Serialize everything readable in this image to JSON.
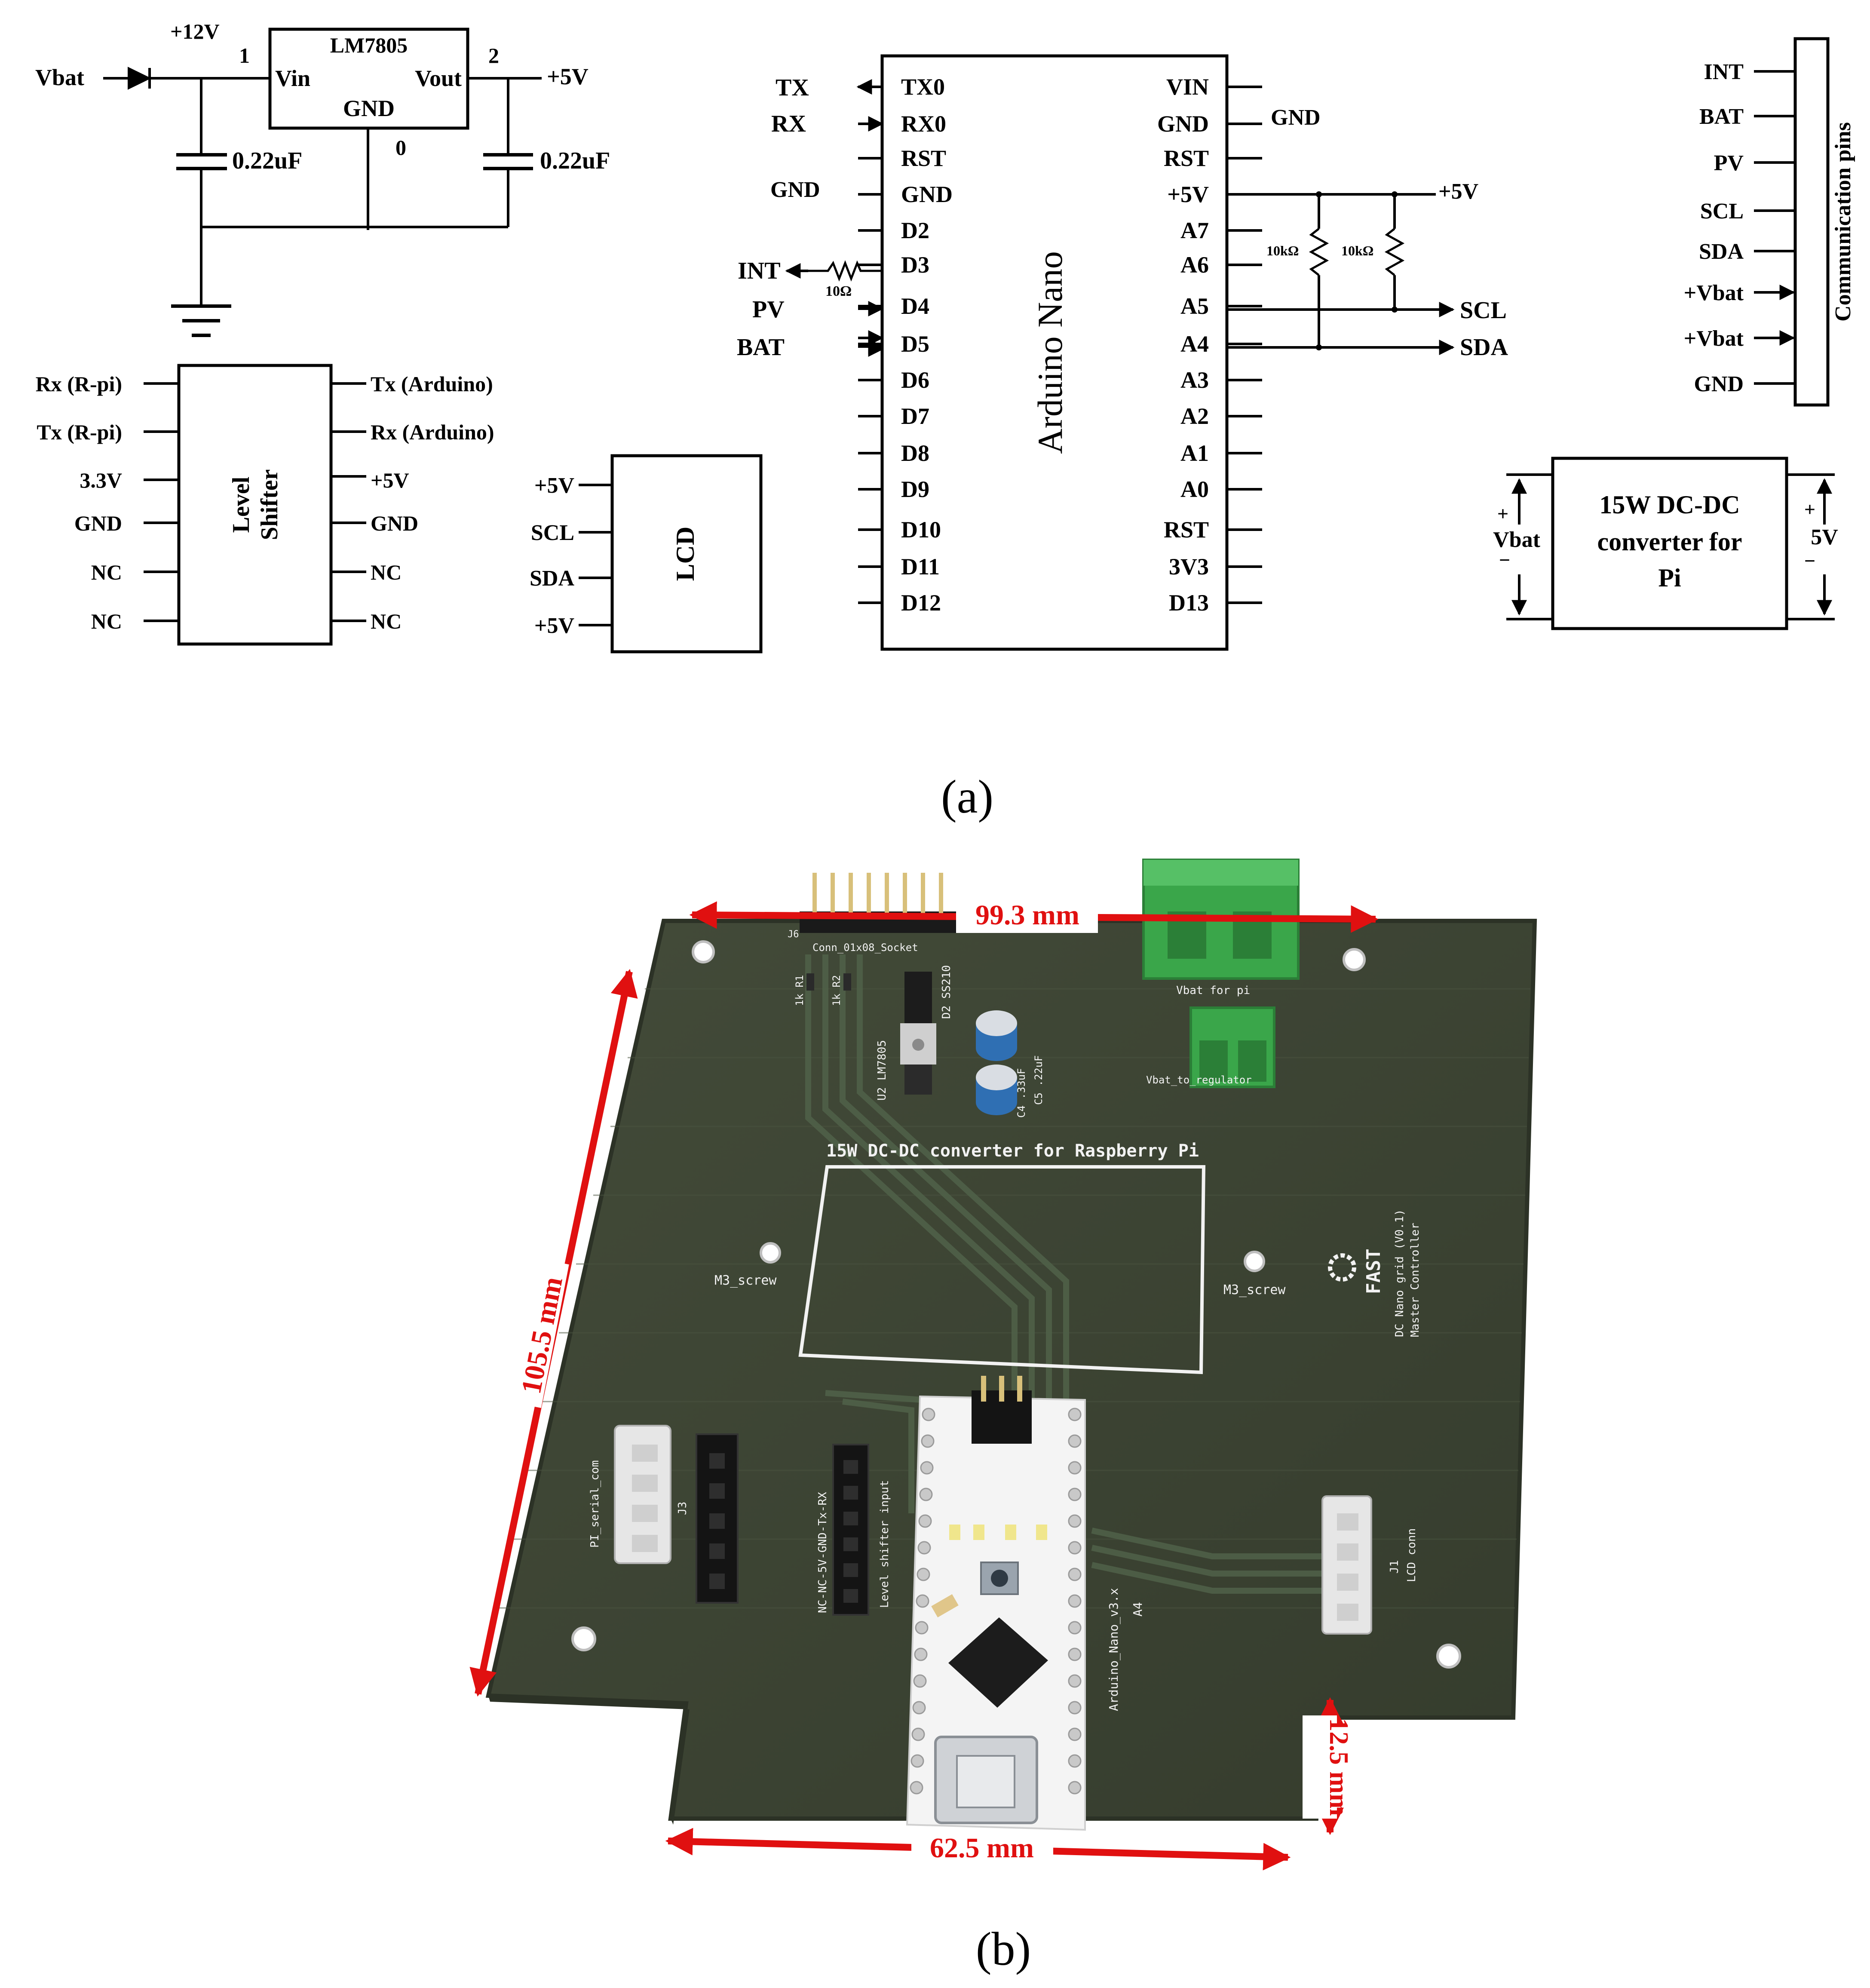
{
  "colors": {
    "ink": "#000000",
    "board": "#3c4433",
    "board_edge": "#2c3226",
    "silk": "#f2f2f2",
    "dimension": "#e01010",
    "terminal_green": "#3aa64a",
    "cap_blue": "#2f6fb3",
    "nano_white": "#f4f4f4",
    "pin_gold": "#d8c07a"
  },
  "panel_a": {
    "caption": "(a)",
    "regulator": {
      "title": "LM7805",
      "vin": "Vin",
      "vout": "Vout",
      "gnd": "GND",
      "pin1": "1",
      "pin2": "2",
      "pin0": "0",
      "supply": "+12V",
      "input": "Vbat",
      "output": "+5V",
      "cap_in": "0.22uF",
      "cap_out": "0.22uF"
    },
    "level_shifter": {
      "title_line1": "Level",
      "title_line2": "Shifter",
      "left_pins": [
        "Rx (R-pi)",
        "Tx (R-pi)",
        "3.3V",
        "GND",
        "NC",
        "NC"
      ],
      "right_pins": [
        "Tx (Arduino)",
        "Rx (Arduino)",
        "+5V",
        "GND",
        "NC",
        "NC"
      ]
    },
    "lcd": {
      "title": "LCD",
      "pins": [
        "+5V",
        "SCL",
        "SDA",
        "+5V"
      ]
    },
    "arduino": {
      "title": "Arduino Nano",
      "left_pins": [
        "TX0",
        "RX0",
        "RST",
        "GND",
        "D2",
        "D3",
        "D4",
        "D5",
        "D6",
        "D7",
        "D8",
        "D9",
        "D10",
        "D11",
        "D12"
      ],
      "right_pins": [
        "VIN",
        "GND",
        "RST",
        "+5V",
        "A7",
        "A6",
        "A5",
        "A4",
        "A3",
        "A2",
        "A1",
        "A0",
        "RST",
        "3V3",
        "D13"
      ],
      "left_signals": {
        "tx": "TX",
        "rx": "RX",
        "gnd": "GND",
        "int": "INT",
        "pv": "PV",
        "bat": "BAT",
        "resistor": "10Ω"
      },
      "right_signals": {
        "gnd": "GND",
        "plus5v": "+5V",
        "scl": "SCL",
        "sda": "SDA",
        "r1": "10kΩ",
        "r2": "10kΩ"
      }
    },
    "comm": {
      "title": "Communication pins",
      "pins": [
        "INT",
        "BAT",
        "PV",
        "SCL",
        "SDA",
        "+Vbat",
        "+Vbat",
        "GND"
      ]
    },
    "converter": {
      "line1": "15W DC-DC",
      "line2": "converter for",
      "line3": "Pi",
      "left_label": "Vbat",
      "right_label": "5V",
      "plus": "+",
      "minus": "−"
    }
  },
  "panel_b": {
    "caption": "(b)",
    "dimensions": {
      "top": "99.3 mm",
      "left": "105.5 mm",
      "bottom": "62.5 mm",
      "right": "12.5 mm"
    },
    "silkscreen": {
      "converter_area": "15W DC-DC converter for Raspberry Pi",
      "screw_left": "M3_screw",
      "screw_right": "M3_screw",
      "header_ref": "J6",
      "header_name": "Conn_01x08_Socket",
      "r1": "1k R1",
      "r2": "1k R2",
      "diode": "D2 SS210",
      "regulator": "U2 LM7805",
      "cap_c5": "C5 .22uF",
      "cap_c4": "C4 .33uF",
      "vbat_pi": "Vbat for pi",
      "vbat_reg": "Vbat_to_regulator",
      "logo": "FAST",
      "logo_sub1": "DC Nano grid (V0.1)",
      "logo_sub2": "Master Controller",
      "pi_serial": "PI_serial_com",
      "j3": "J3",
      "shifter_pins": "NC-NC-5V-GND-Tx-RX",
      "shifter_input": "Level shifter input",
      "nano_ref": "Arduino_Nano_v3.x",
      "a4": "A4",
      "j1": "J1",
      "lcd_conn": "LCD conn"
    }
  }
}
